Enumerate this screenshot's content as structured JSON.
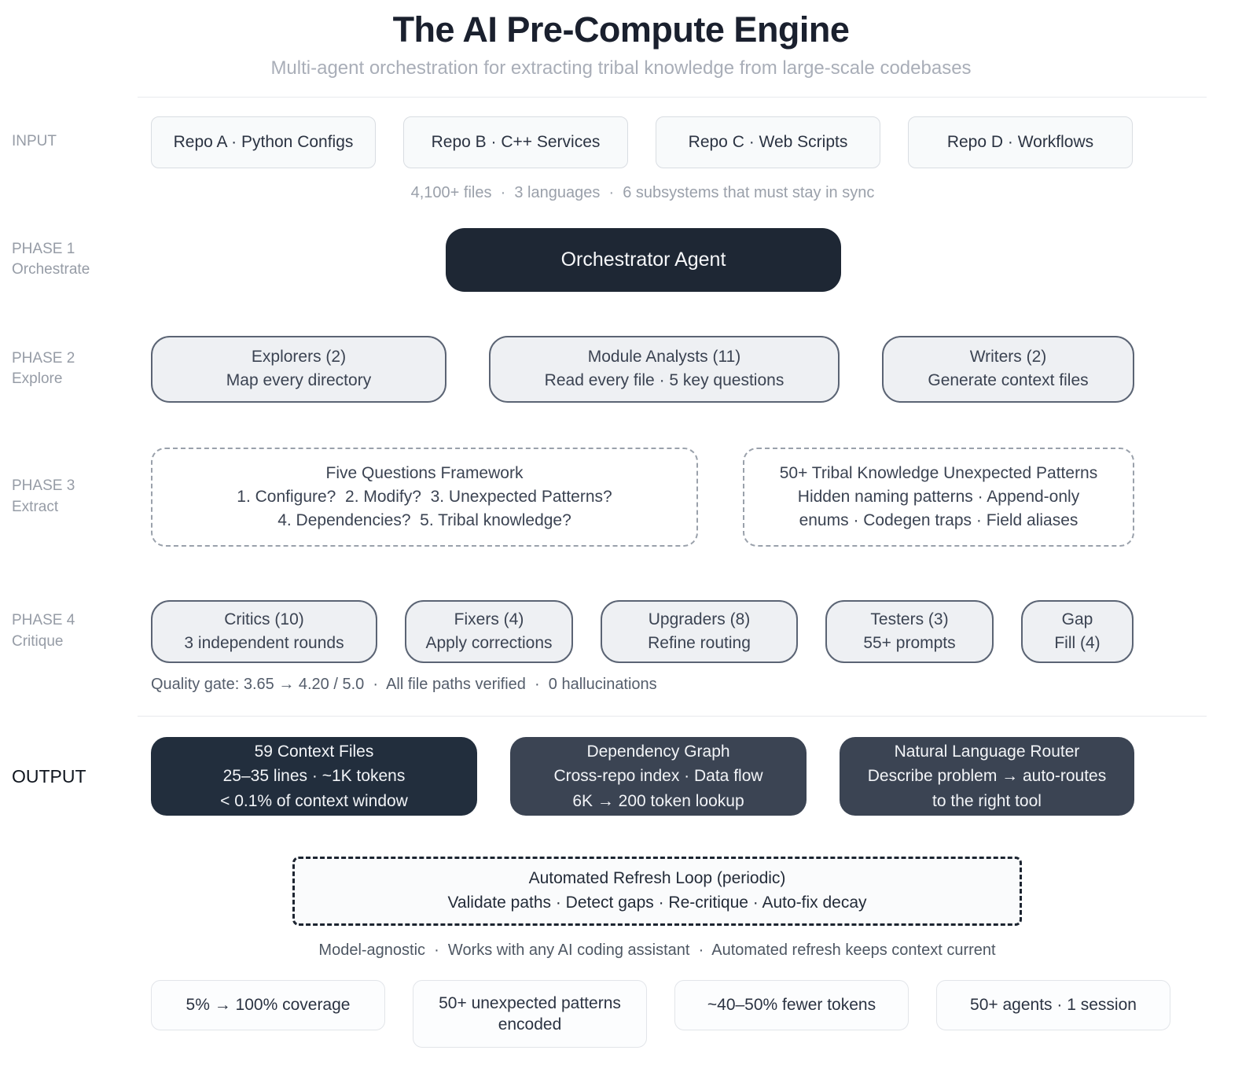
{
  "header": {
    "title": "The AI Pre-Compute Engine",
    "subtitle": "Multi-agent orchestration for extracting tribal knowledge from large-scale codebases"
  },
  "input": {
    "label": "INPUT",
    "repos": [
      "Repo A · Python Configs",
      "Repo B · C++ Services",
      "Repo C · Web Scripts",
      "Repo D · Workflows"
    ],
    "caption": "4,100+ files  ·  3 languages  ·  6 subsystems that must stay in sync"
  },
  "phase1": {
    "label_top": "PHASE 1",
    "label_bottom": "Orchestrate",
    "node": "Orchestrator Agent"
  },
  "phase2": {
    "label_top": "PHASE 2",
    "label_bottom": "Explore",
    "nodes": [
      {
        "line1": "Explorers (2)",
        "line2": "Map every directory"
      },
      {
        "line1": "Module Analysts (11)",
        "line2": "Read every file · 5 key questions"
      },
      {
        "line1": "Writers (2)",
        "line2": "Generate context files"
      }
    ]
  },
  "phase3": {
    "label_top": "PHASE 3",
    "label_bottom": "Extract",
    "nodes": [
      {
        "line1": "Five Questions Framework",
        "line2": "1. Configure?  2. Modify?  3. Unexpected Patterns?",
        "line3": "4. Dependencies?  5. Tribal knowledge?"
      },
      {
        "line1": "50+ Tribal Knowledge Unexpected Patterns",
        "line2": "Hidden naming patterns · Append-only",
        "line3": "enums · Codegen traps · Field aliases"
      }
    ]
  },
  "phase4": {
    "label_top": "PHASE 4",
    "label_bottom": "Critique",
    "nodes": [
      {
        "line1": "Critics (10)",
        "line2": "3 independent rounds"
      },
      {
        "line1": "Fixers (4)",
        "line2": "Apply corrections"
      },
      {
        "line1": "Upgraders (8)",
        "line2": "Refine routing"
      },
      {
        "line1": "Testers (3)",
        "line2": "55+ prompts"
      },
      {
        "line1": "Gap",
        "line2": "Fill (4)"
      }
    ],
    "quality_gate": "Quality gate: 3.65 → 4.20 / 5.0  ·  All file paths verified  ·  0 hallucinations"
  },
  "output": {
    "label": "OUTPUT",
    "nodes": [
      {
        "line1": "59 Context Files",
        "line2": "25–35 lines · ~1K tokens",
        "line3": "< 0.1% of context window"
      },
      {
        "line1": "Dependency Graph",
        "line2": "Cross-repo index · Data flow",
        "line3": "6K → 200 token lookup"
      },
      {
        "line1": "Natural Language Router",
        "line2": "Describe problem → auto-routes",
        "line3": "to the right tool"
      }
    ]
  },
  "refresh_loop": {
    "line1": "Automated Refresh Loop (periodic)",
    "line2": "Validate paths · Detect gaps · Re-critique · Auto-fix decay"
  },
  "footer": {
    "caption": "Model-agnostic  ·  Works with any AI coding assistant  ·  Automated refresh keeps context current",
    "stats": [
      "5% → 100% coverage",
      "50+ unexpected patterns encoded",
      "~40–50% fewer tokens",
      "50+ agents · 1 session"
    ]
  },
  "colors": {
    "orchestrator_fill": "#1e2734",
    "output_primary_fill": "#222e3d",
    "output_secondary_fill": "#3b4453",
    "phase_node_fill": "#eef0f3",
    "phase_node_border": "#5b6474",
    "dashed_border_light": "#9aa1ab",
    "dashed_border_dark": "#1c2430",
    "muted_text": "#9aa0aa"
  }
}
